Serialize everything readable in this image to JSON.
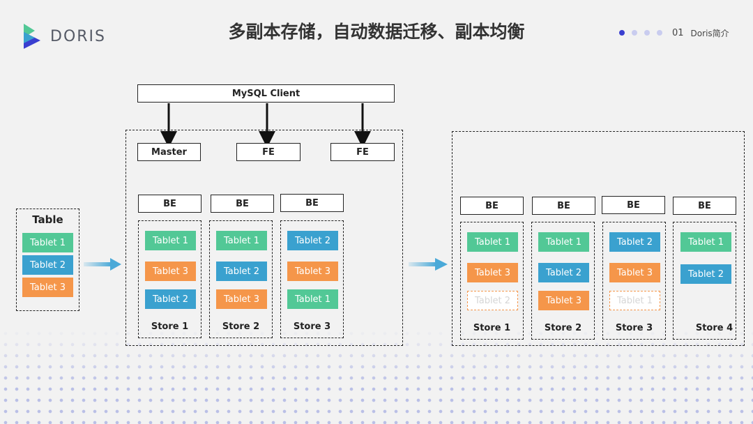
{
  "brand": "DORIS",
  "title": "多副本存储，自动数据迁移、副本均衡",
  "pager": {
    "number": "01",
    "label": "Doris简介",
    "dots": 4,
    "active": 0
  },
  "table": {
    "title": "Table",
    "tablets": [
      "Tablet 1",
      "Tablet 2",
      "Tablet 3"
    ]
  },
  "cluster": {
    "client": "MySQL Client",
    "fe_nodes": [
      "Master",
      "FE",
      "FE"
    ],
    "be_label": "BE",
    "stores": [
      {
        "name": "Store 1",
        "tablets": [
          "Tablet 1",
          "Tablet 3",
          "Tablet 2"
        ]
      },
      {
        "name": "Store 2",
        "tablets": [
          "Tablet 1",
          "Tablet 2",
          "Tablet 3"
        ]
      },
      {
        "name": "Store 3",
        "tablets": [
          "Tablet 2",
          "Tablet 3",
          "Tablet 1"
        ]
      }
    ]
  },
  "balanced": {
    "be_label": "BE",
    "stores": [
      {
        "name": "Store 1",
        "tablets": [
          "Tablet 1",
          "Tablet 3",
          "Tablet 2"
        ]
      },
      {
        "name": "Store 2",
        "tablets": [
          "Tablet 1",
          "Tablet 2",
          "Tablet 3"
        ]
      },
      {
        "name": "Store 3",
        "tablets": [
          "Tablet 2",
          "Tablet 3",
          "Tablet 1"
        ]
      },
      {
        "name": "Store 4",
        "tablets": [
          "Tablet 1",
          "Tablet 2"
        ]
      }
    ]
  },
  "colors": {
    "green": "#52c896",
    "blue": "#3aa1cf",
    "orange": "#f5964a",
    "arrow": "#4aa9d8"
  }
}
